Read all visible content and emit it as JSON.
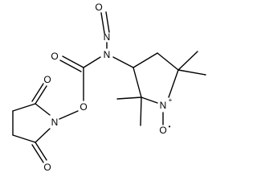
{
  "molecule": {
    "atoms": {
      "nitroso_o": "O",
      "nitroso_n": "N",
      "carbamoyl_n": "N",
      "carbonyl_o": "O",
      "ester_o": "O",
      "succinimide_n": "N",
      "succinimide_o_top": "O",
      "succinimide_o_bottom": "O",
      "pyrrolidine_n": "N",
      "nitroxide_o": "O"
    },
    "charges": {
      "pyrrolidine_n": "+",
      "nitroxide_o": "•"
    }
  }
}
